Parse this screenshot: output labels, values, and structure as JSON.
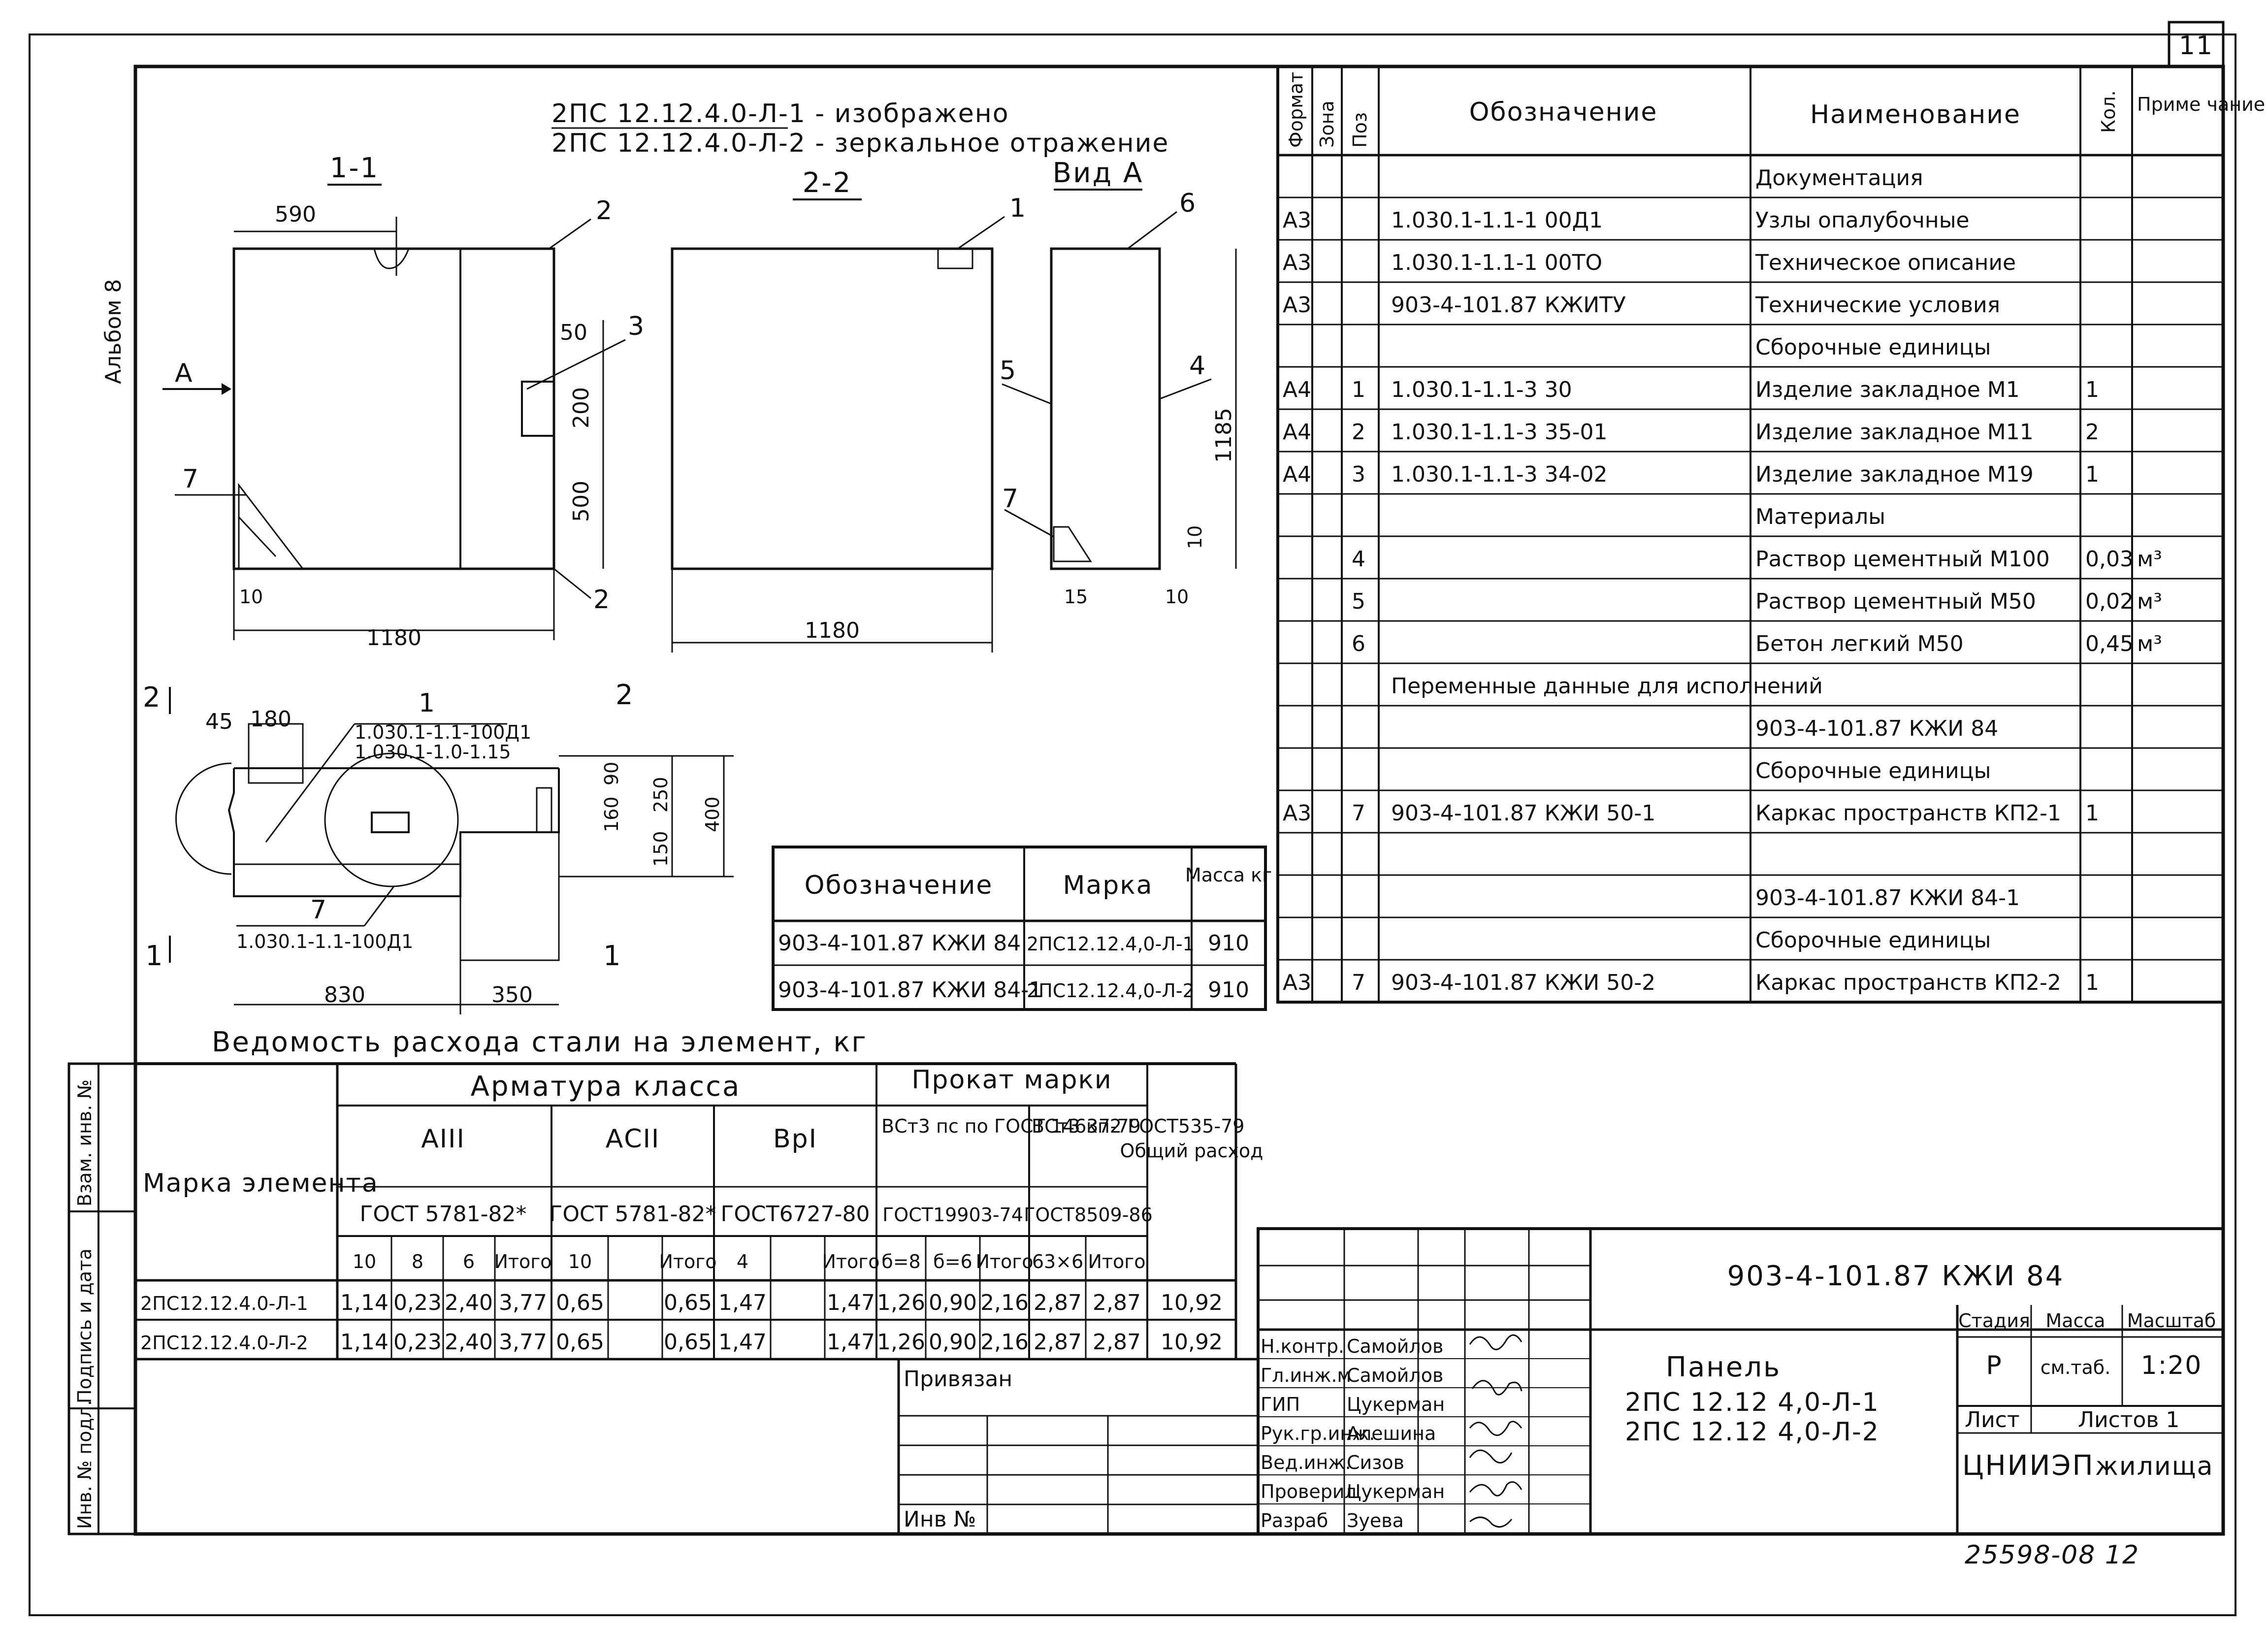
{
  "sheet_number": "11",
  "album_label": "Альбом 8",
  "header_notes": {
    "line1": "2ПС 12.12.4.0-Л-1 - изображено",
    "line2": "2ПС 12.12.4.0-Л-2 - зеркальное отражение"
  },
  "views": {
    "section_1": "1-1",
    "section_2": "2-2",
    "view_a": "Вид А",
    "arrow_a": "А",
    "cut_2": "2",
    "cut_1": "1"
  },
  "dims": {
    "d590": "590",
    "d1180a": "1180",
    "d1180b": "1180",
    "d10a": "10",
    "d10b": "10",
    "d10c": "10",
    "d15": "15",
    "d50": "50",
    "d200": "200",
    "d500": "500",
    "d1185": "1185",
    "d45": "45",
    "d180": "180",
    "d160": "160",
    "d90": "90",
    "d250": "250",
    "d150": "150",
    "d400": "400",
    "d830": "830",
    "d350": "350"
  },
  "callouts": {
    "c1": "1",
    "c2a": "2",
    "c2b": "2",
    "c3": "3",
    "c4": "4",
    "c5": "5",
    "c6": "6",
    "c7a": "7",
    "c7b": "7",
    "c7c": "7",
    "c1b": "1"
  },
  "plan_refs": {
    "r1": "1.030.1-1.1-100Д1",
    "r2": "1.030.1-1.0-1.15",
    "r3": "1.030.1-1.1-100Д1"
  },
  "spec": {
    "headers": [
      "Формат",
      "Зона",
      "Поз",
      "Обозначение",
      "Наименование",
      "Кол.",
      "Приме чание"
    ],
    "rows": [
      [
        "",
        "",
        "",
        "",
        "Документация",
        "",
        ""
      ],
      [
        "А3",
        "",
        "",
        "1.030.1-1.1-1 00Д1",
        "Узлы опалубочные",
        "",
        ""
      ],
      [
        "А3",
        "",
        "",
        "1.030.1-1.1-1 00ТО",
        "Техническое описание",
        "",
        ""
      ],
      [
        "А3",
        "",
        "",
        "903-4-101.87   КЖИТУ",
        "Технические условия",
        "",
        ""
      ],
      [
        "",
        "",
        "",
        "",
        "Сборочные единицы",
        "",
        ""
      ],
      [
        "А4",
        "",
        "1",
        "1.030.1-1.1-3   30",
        "Изделие закладное М1",
        "1",
        ""
      ],
      [
        "А4",
        "",
        "2",
        "1.030.1-1.1-3   35-01",
        "Изделие закладное М11",
        "2",
        ""
      ],
      [
        "А4",
        "",
        "3",
        "1.030.1-1.1-3   34-02",
        "Изделие закладное М19",
        "1",
        ""
      ],
      [
        "",
        "",
        "",
        "",
        "Материалы",
        "",
        ""
      ],
      [
        "",
        "",
        "4",
        "",
        "Раствор цементный М100",
        "0,03",
        "м³"
      ],
      [
        "",
        "",
        "5",
        "",
        "Раствор цементный М50",
        "0,02",
        "м³"
      ],
      [
        "",
        "",
        "6",
        "",
        "Бетон легкий   М50",
        "0,45",
        "м³"
      ],
      [
        "",
        "",
        "",
        "Переменные данные для исполнений",
        "",
        "",
        ""
      ],
      [
        "",
        "",
        "",
        "",
        "903-4-101.87  КЖИ 84",
        "",
        ""
      ],
      [
        "",
        "",
        "",
        "",
        "Сборочные единицы",
        "",
        ""
      ],
      [
        "А3",
        "",
        "7",
        "903-4-101.87  КЖИ 50-1",
        "Каркас пространств КП2-1",
        "1",
        ""
      ],
      [
        "",
        "",
        "",
        "",
        "",
        "",
        ""
      ],
      [
        "",
        "",
        "",
        "",
        "903-4-101.87 КЖИ 84-1",
        "",
        ""
      ],
      [
        "",
        "",
        "",
        "",
        "Сборочные единицы",
        "",
        ""
      ],
      [
        "А3",
        "",
        "7",
        "903-4-101.87  КЖИ 50-2",
        "Каркас пространств КП2-2",
        "1",
        ""
      ]
    ]
  },
  "mass_table": {
    "headers": [
      "Обозначение",
      "Марка",
      "Масса кг"
    ],
    "rows": [
      [
        "903-4-101.87 КЖИ 84",
        "2ПС12.12.4,0-Л-1",
        "910"
      ],
      [
        "903-4-101.87 КЖИ 84-1",
        "2ПС12.12.4,0-Л-2",
        "910"
      ]
    ]
  },
  "steel": {
    "title": "Ведомость расхода стали на элемент, кг",
    "mark_header": "Марка элемента",
    "armatura": "Арматура класса",
    "prokat": "Прокат марки",
    "total": "Общий расход",
    "a3": "АIII",
    "ac2": "АСII",
    "bp1": "ВрI",
    "vst3ps": "ВСт3 пс по ГОСТ 14637-79",
    "vst3kp": "ВСт3 кп2 ГОСТ535-79",
    "g1": "ГОСТ 5781-82*",
    "g2": "ГОСТ 5781-82*",
    "g3": "ГОСТ6727-80",
    "g4": "ГОСТ19903-74",
    "g5": "ГОСТ8509-86",
    "sub": [
      "10",
      "8",
      "6",
      "Итого",
      "10",
      "Итого",
      "4",
      "Итого",
      "б=8",
      "б=6",
      "Итого",
      "63×6",
      "Итого"
    ],
    "rows": [
      [
        "2ПС12.12.4.0-Л-1",
        "1,14",
        "0,23",
        "2,40",
        "3,77",
        "0,65",
        "0,65",
        "1,47",
        "1,47",
        "1,26",
        "0,90",
        "2,16",
        "2,87",
        "2,87",
        "10,92"
      ],
      [
        "2ПС12.12.4.0-Л-2",
        "1,14",
        "0,23",
        "2,40",
        "3,77",
        "0,65",
        "0,65",
        "1,47",
        "1,47",
        "1,26",
        "0,90",
        "2,16",
        "2,87",
        "2,87",
        "10,92"
      ]
    ]
  },
  "left_strip": [
    "Взам. инв. №",
    "Подпись и дата",
    "Инв. № подл."
  ],
  "binding": {
    "privyazan": "Привязан",
    "inv": "Инв №"
  },
  "title_block": {
    "code": "903-4-101.87     КЖИ 84",
    "name": "Панель",
    "mark1": "2ПС 12.12 4,0-Л-1",
    "mark2": "2ПС 12.12 4,0-Л-2",
    "stage_h": "Стадия",
    "mass_h": "Масса",
    "scale_h": "Масштаб",
    "stage": "Р",
    "mass": "см.таб.",
    "scale": "1:20",
    "list": "Лист",
    "lists": "Листов 1",
    "org1": "ЦНИИЭП",
    "org2": "жилища",
    "roles": [
      [
        "Н.контр.",
        "Самойлов"
      ],
      [
        "Гл.инж.м",
        "Самойлов"
      ],
      [
        "ГИП",
        "Цукерман"
      ],
      [
        "Рук.гр.инж.",
        "Алешина"
      ],
      [
        "Вед.инж.",
        "Сизов"
      ],
      [
        "Проверил",
        "Цукерман"
      ],
      [
        "Разраб",
        "Зуева"
      ]
    ]
  },
  "bottom_number": "25598-08 12"
}
